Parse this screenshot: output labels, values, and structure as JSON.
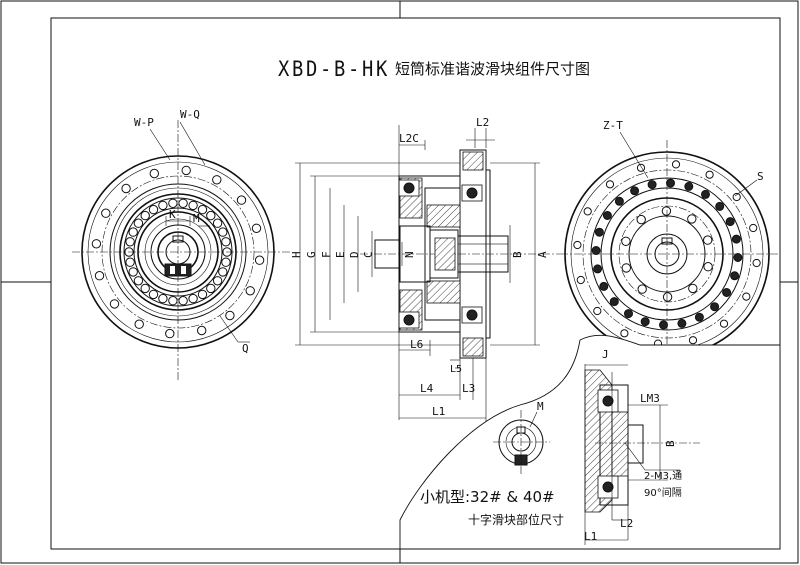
{
  "title": {
    "model": "XBD-B-HK",
    "name": "短筒标准谐波滑块组件尺寸图"
  },
  "left_view": {
    "labels": {
      "wp": "W-P",
      "wq": "W-Q",
      "k": "K",
      "m": "M",
      "q": "Q"
    }
  },
  "section_view": {
    "dims": {
      "l2c": "L2C",
      "l2": "L2",
      "h": "H",
      "g": "G",
      "f": "F",
      "e": "E",
      "d": "D",
      "c": "C",
      "n": "N",
      "b": "B",
      "a": "A",
      "l6": "L6",
      "l5": "L5",
      "l4": "L4",
      "l3": "L3",
      "l1": "L1"
    }
  },
  "right_view": {
    "labels": {
      "zt": "Z-T",
      "s": "S"
    }
  },
  "detail": {
    "labels": {
      "j": "J",
      "lm3": "LM3",
      "m": "M",
      "b": "B",
      "thread": "2-M3,通",
      "angle": "90°间隔",
      "l2": "L2",
      "l1": "L1"
    },
    "caption_line1": "小机型:32# & 40#",
    "caption_line2": "十字滑块部位尺寸"
  }
}
